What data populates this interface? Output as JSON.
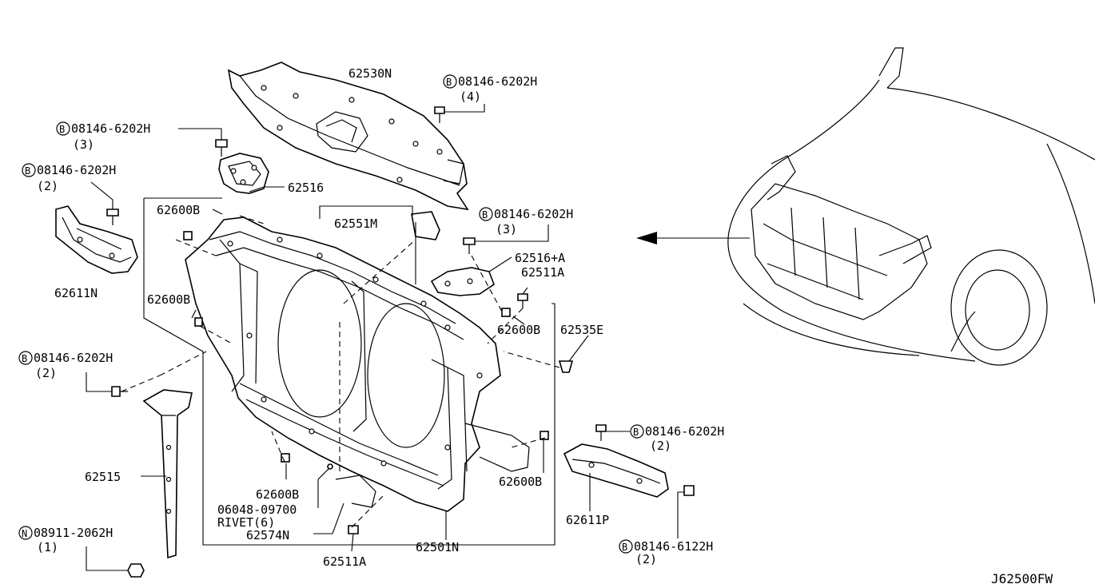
{
  "labels": {
    "upper_cover": "62530N",
    "bolt_top_mid": "08146-6202H",
    "bolt_top_mid_qty": "(4)",
    "bolt_top_left": "08146-6202H",
    "bolt_top_left_qty": "(3)",
    "bracket_top": "62516",
    "bolt_left": "08146-6202H",
    "bolt_left_qty": "(2)",
    "bracket_left": "62611N",
    "clip_1": "62600B",
    "clip_2": "62600B",
    "insulator": "62551M",
    "bolt_right_top": "08146-6202H",
    "bolt_right_top_qty": "(3)",
    "bracket_right_top": "62516+A",
    "bolt_a_top": "62511A",
    "clip_3": "62600B",
    "clip_4": "62535E",
    "bolt_lower_left": "08146-6202H",
    "bolt_lower_left_qty": "(2)",
    "stay": "62515",
    "clip_5": "62600B",
    "rivet_part": "06048-09700",
    "rivet_name": "RIVET(6)",
    "guide": "62574N",
    "clip_6": "62600B",
    "nut": "08911-2062H",
    "nut_qty": "(1)",
    "bolt_a_bottom": "62511A",
    "support_main": "62501N",
    "bolt_right_bottom": "08146-6202H",
    "bolt_right_bottom_qty": "(2)",
    "bracket_right": "62611P",
    "bolt_small": "08146-6122H",
    "bolt_small_qty": "(2)",
    "diagram_code": "J62500FW"
  },
  "prefix": {
    "b": "B",
    "n": "N"
  }
}
